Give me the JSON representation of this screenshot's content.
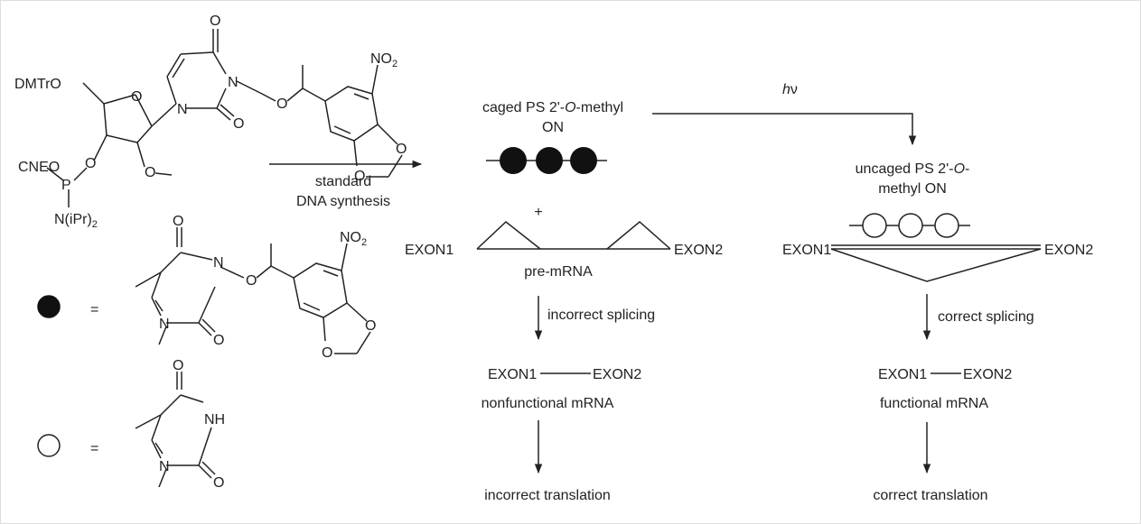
{
  "reagents": {
    "protecting_group": "DMTrO",
    "phosphite_group": "CNEO",
    "phosphorus": "P",
    "amine_group": "N(iPr)",
    "amine_subscript": "2",
    "nitro_group": "NO",
    "nitro_subscript": "2",
    "oxygen": "O",
    "nitrogen": "N",
    "imide_nh": "NH"
  },
  "legend": {
    "caged_equals": "=",
    "uncaged_equals": "="
  },
  "step_synthesis": {
    "line1": "standard",
    "line2": "DNA synthesis"
  },
  "caged_oligo": {
    "line1": "caged PS 2'-",
    "line1_italic": "O",
    "line1_end": "-methyl",
    "line2": "ON"
  },
  "plus_sign": "+",
  "premrna": {
    "exon_left": "EXON1",
    "exon_right": "EXON2",
    "label": "pre-mRNA"
  },
  "light_step": {
    "symbol": "h",
    "greek": "ν"
  },
  "uncaged_oligo": {
    "line1": "uncaged PS 2'-",
    "line1_italic": "O",
    "line1_end": "-",
    "line2": "methyl ON"
  },
  "bound_complex": {
    "exon_left": "EXON1",
    "exon_right": "EXON2"
  },
  "left_pathway": {
    "splicing": "incorrect splicing",
    "exon_left": "EXON1",
    "exon_right": "EXON2",
    "mrna": "nonfunctional mRNA",
    "translation": "incorrect translation"
  },
  "right_pathway": {
    "splicing": "correct splicing",
    "exon_left": "EXON1",
    "exon_right": "EXON2",
    "mrna": "functional mRNA",
    "translation": "correct translation"
  },
  "colors": {
    "ink": "#222222",
    "frame": "#dddddd",
    "background": "#ffffff"
  }
}
